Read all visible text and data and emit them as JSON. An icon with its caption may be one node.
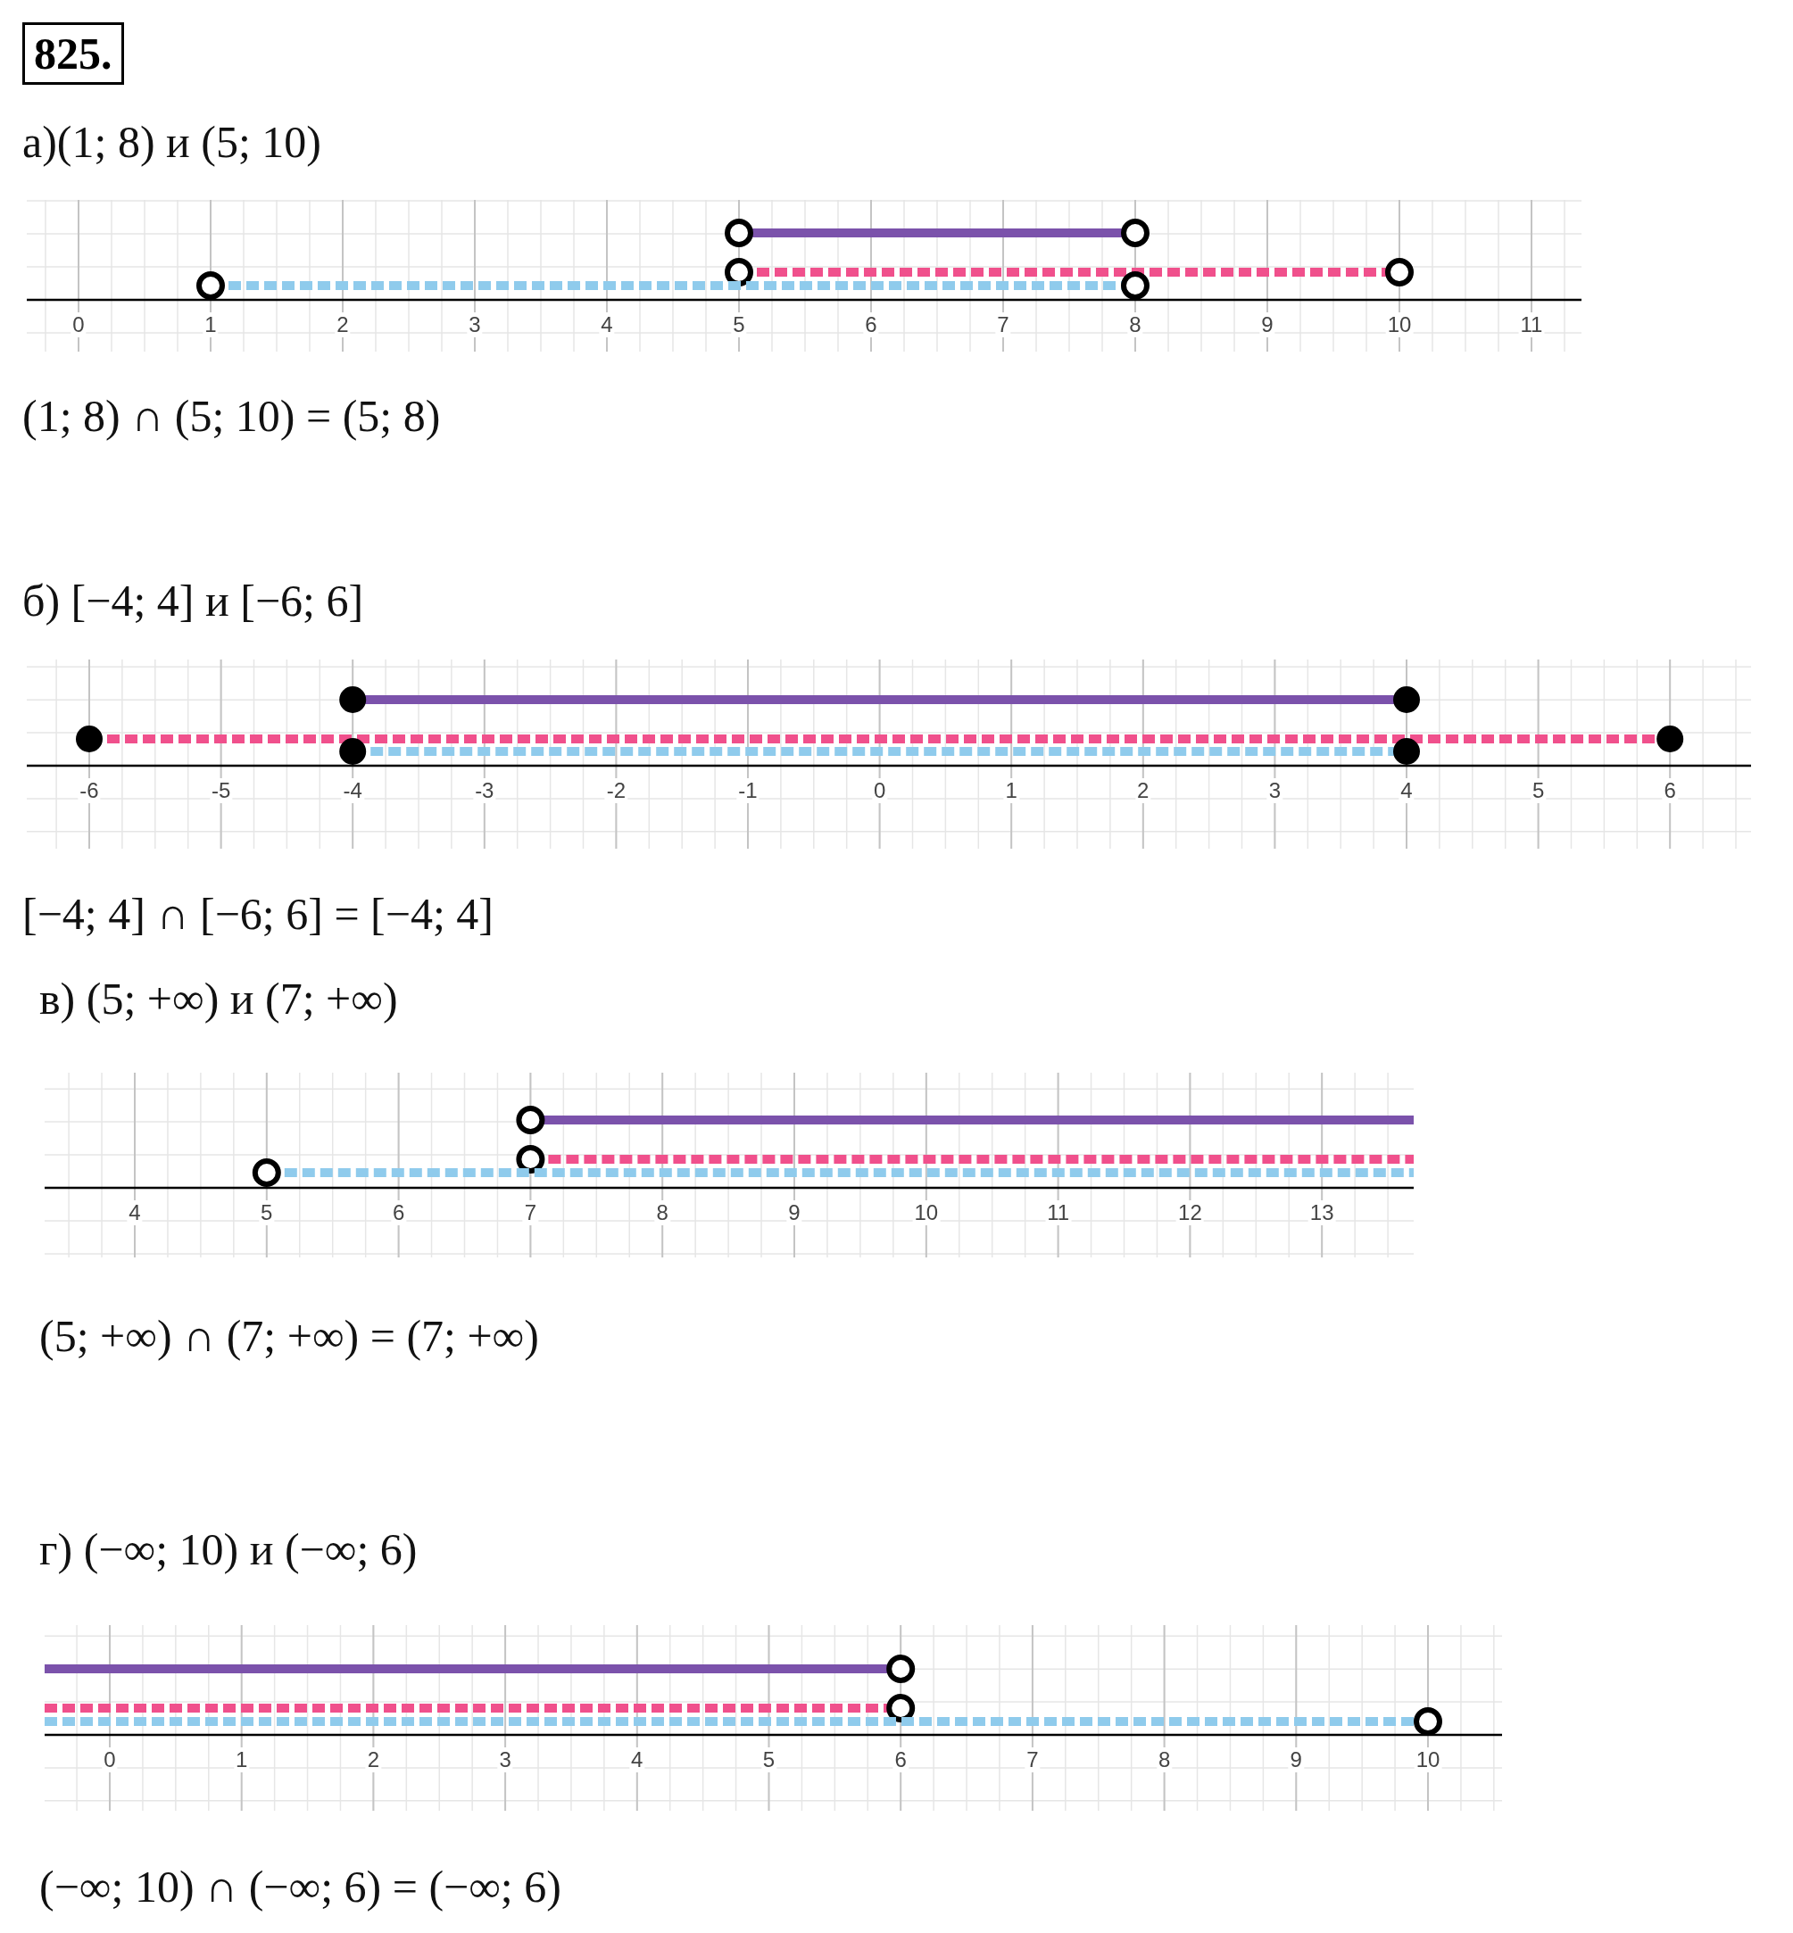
{
  "diagram": {
    "title": "825.",
    "labels": [
      "а)(1; 8) и (5; 10)",
      "0",
      "1",
      "2",
      "3",
      "4",
      "5",
      "6",
      "7",
      "8",
      "9",
      "10",
      "11",
      "(1; 8)  ∩  (5; 10) = (5; 8)",
      "б) [−4; 4] и [−6; 6]",
      "-6",
      "-5",
      "-4",
      "-3",
      "-2",
      "-1",
      "0",
      "1",
      "2",
      "3",
      "4",
      "5",
      "6",
      "[−4; 4]  ∩  [−6; 6] = [−4; 4]",
      "в)  (5; +∞) и (7; +∞)",
      "4",
      "5",
      "6",
      "7",
      "8",
      "9",
      "10",
      "11",
      "12",
      "13",
      "(5; +∞) ∩  (7; +∞) = (7; +∞)",
      "г) (−∞; 10) и (−∞; 6)",
      "0",
      "1",
      "2",
      "3",
      "4",
      "5",
      "6",
      "7",
      "8",
      "9",
      "10",
      "(−∞; 10)  ∩  (−∞; 6) = (−∞; 6)"
    ]
  }
}
